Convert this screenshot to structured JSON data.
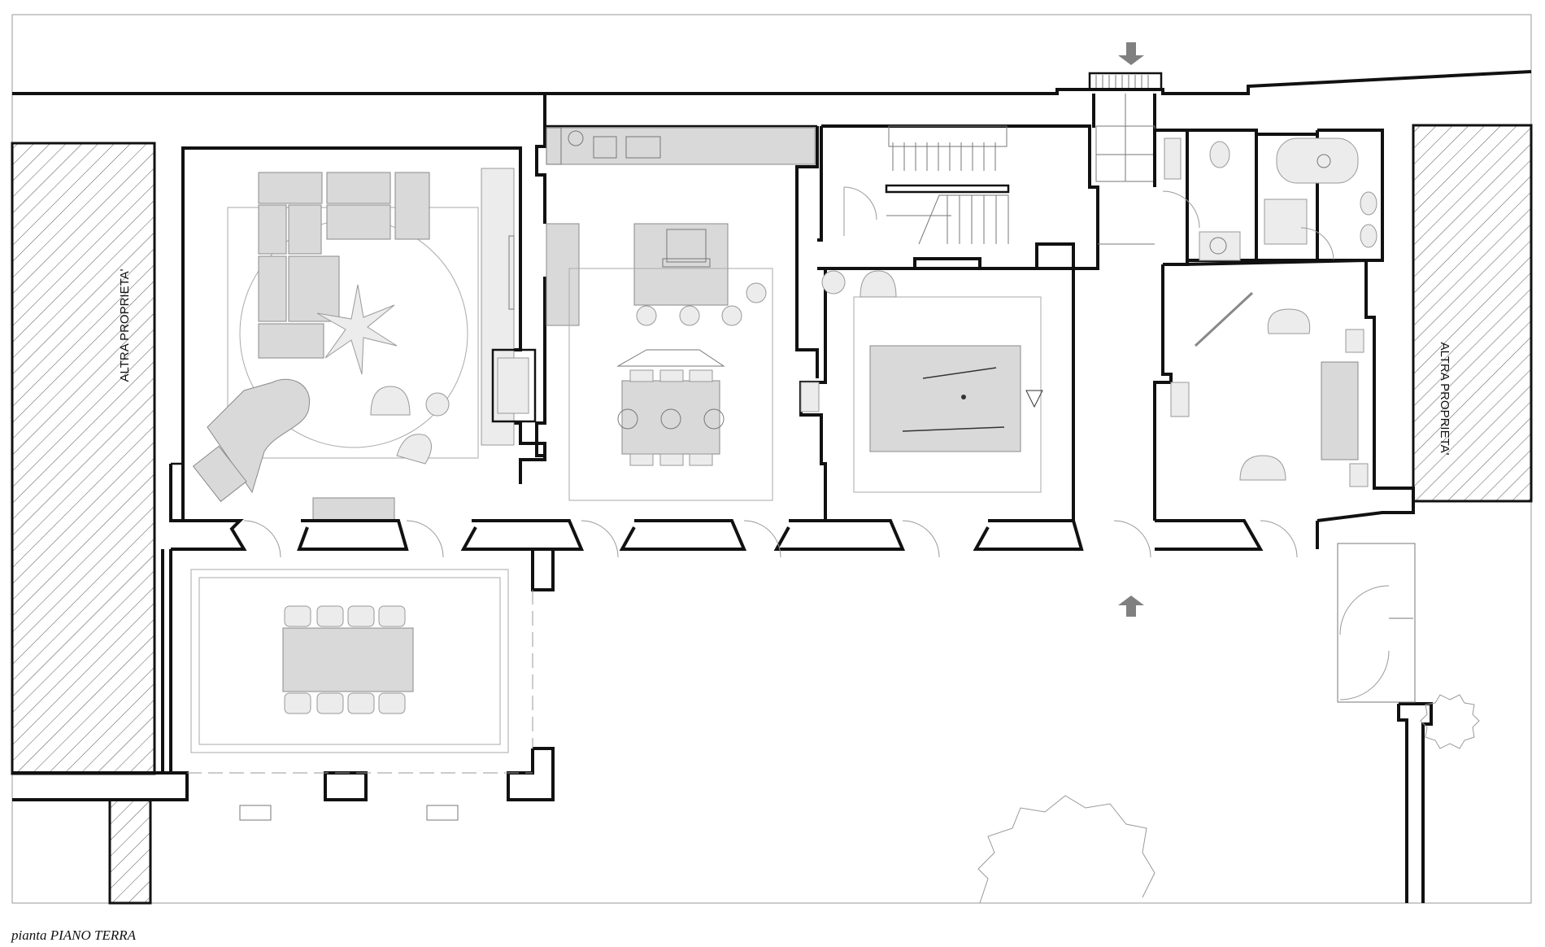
{
  "labels": {
    "left_neighbor": "ALTRA PROPRIETA'",
    "right_neighbor": "ALTRA PROPRIETA'"
  },
  "caption": {
    "prefix": "pianta",
    "title": "PIANO TERRA"
  },
  "colors": {
    "wall": "#111111",
    "furniture_fill": "#d9d9d9",
    "furniture_stroke": "#8a8a8a",
    "door_swing": "#999999",
    "entry_arrow": "#808080"
  },
  "icons": [
    "entry-arrow-down-icon",
    "entry-arrow-up-icon",
    "tree-icon",
    "billiard-table-icon",
    "piano-icon"
  ]
}
